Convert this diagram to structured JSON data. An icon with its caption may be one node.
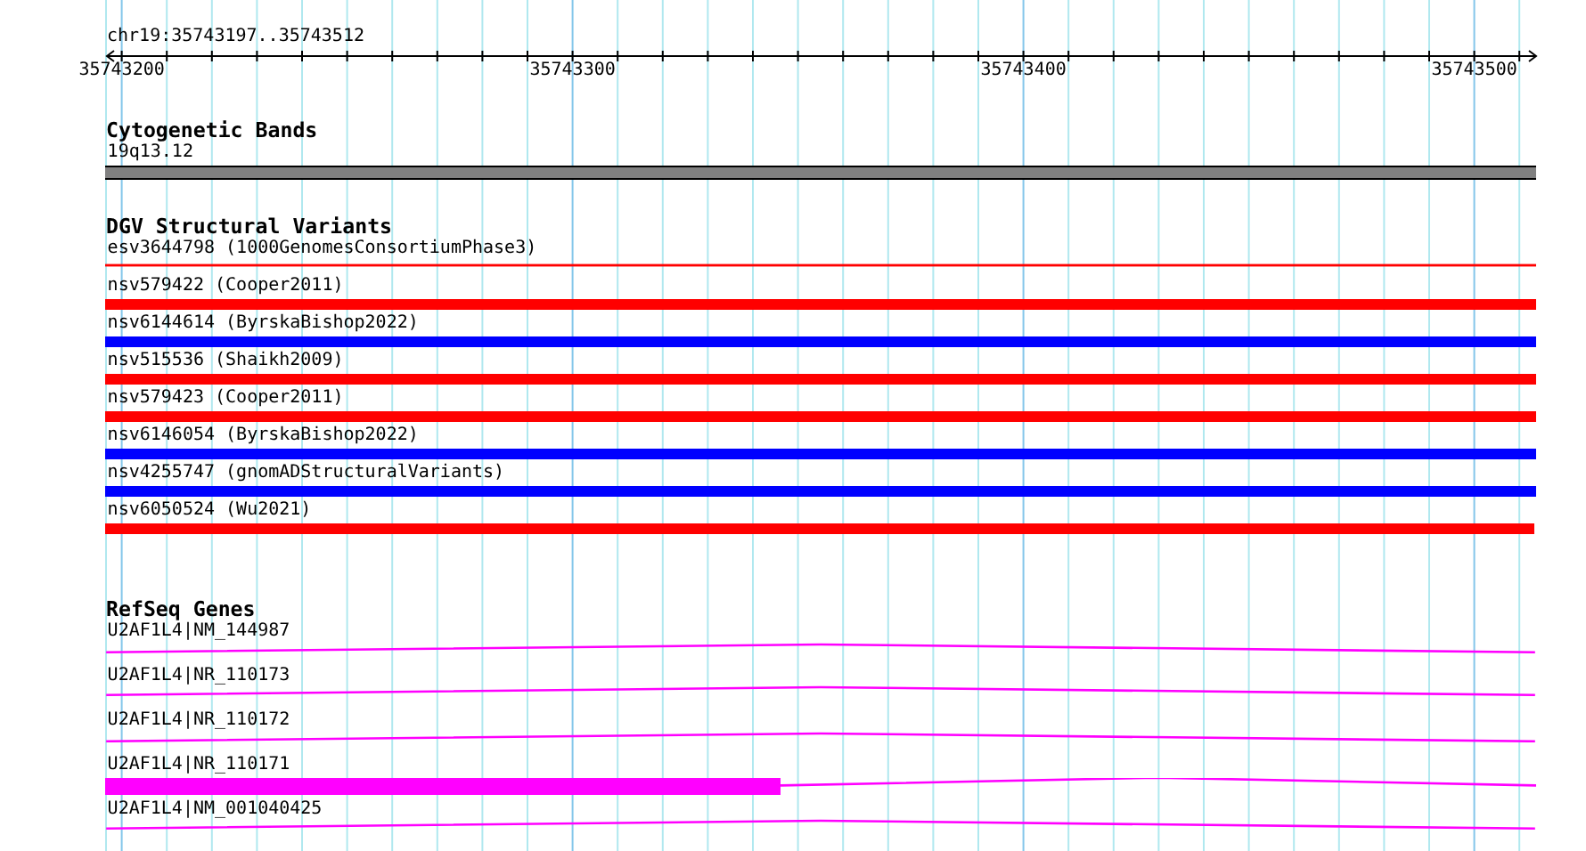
{
  "diagram": {
    "nodes": [
      {
        "text": [
          "19q13.12"
        ]
      },
      {
        "text": [
          "esv3644798 (1000GenomesConsortiumPhase3)"
        ]
      },
      {
        "text": [
          "nsv579422 (Cooper2011)"
        ]
      },
      {
        "text": [
          "nsv6144614 (ByrskaBishop2022)"
        ]
      },
      {
        "text": [
          "nsv515536 (Shaikh2009)"
        ]
      },
      {
        "text": [
          "nsv579423 (Cooper2011)"
        ]
      },
      {
        "text": [
          "nsv6146054 (ByrskaBishop2022)"
        ]
      },
      {
        "text": [
          "nsv4255747 (gnomADStructuralVariants)"
        ]
      },
      {
        "text": [
          "nsv6050524 (Wu2021)"
        ]
      },
      {
        "text": [
          "U2AF1L4|NM_144987"
        ]
      },
      {
        "text": [
          "U2AF1L4|NR_110173"
        ]
      },
      {
        "text": [
          "U2AF1L4|NR_110172"
        ]
      },
      {
        "text": [
          "U2AF1L4|NR_110171"
        ]
      },
      {
        "text": [
          "U2AF1L4|NM_001040425"
        ]
      }
    ],
    "labels": [
      "chr19:35743197..35743512",
      "35743200",
      "35743300",
      "35743400",
      "35743500",
      "Cytogenetic Bands",
      "DGV Structural Variants",
      "RefSeq Genes"
    ]
  }
}
